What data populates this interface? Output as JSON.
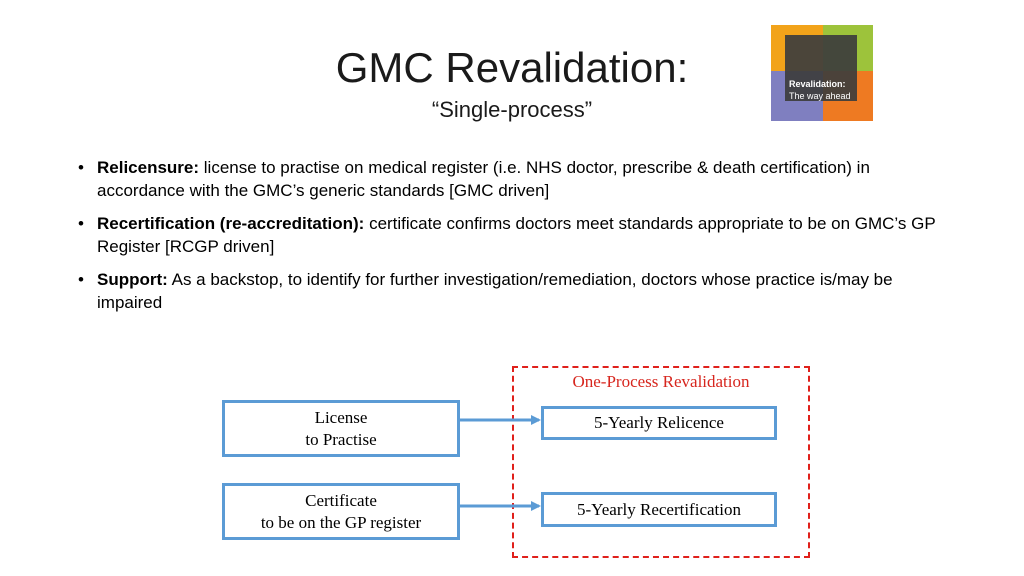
{
  "title": "GMC Revalidation:",
  "subtitle": "“Single-process”",
  "logo": {
    "line1": "Revalidation:",
    "line2": "The way ahead"
  },
  "bullets": [
    {
      "bold": "Relicensure:",
      "text": " license to practise on medical register (i.e. NHS doctor, prescribe & death certification) in accordance with the GMC’s generic standards [GMC driven]"
    },
    {
      "bold": "Recertification (re-accreditation):",
      "text": " certificate confirms doctors meet standards appropriate to be on GMC’s GP Register [RCGP driven]"
    },
    {
      "bold": "Support:",
      "text": " As a backstop, to identify for further investigation/remediation, doctors whose practice is/may be impaired"
    }
  ],
  "diagram": {
    "group_label": "One-Process Revalidation",
    "left_boxes": [
      {
        "line1": "License",
        "line2": "to Practise"
      },
      {
        "line1": "Certificate",
        "line2": "to be on the GP register"
      }
    ],
    "right_boxes": [
      {
        "label": "5-Yearly Relicence"
      },
      {
        "label": "5-Yearly Recertification"
      }
    ]
  },
  "colors": {
    "box_border": "#5b9bd5",
    "dashed_border": "#e0201b",
    "group_label": "#d7261e"
  }
}
